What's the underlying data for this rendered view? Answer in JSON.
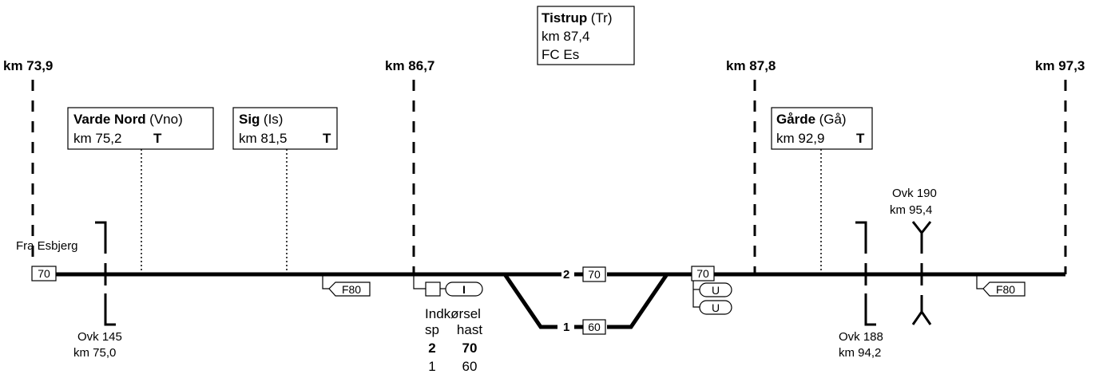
{
  "km_markers": [
    "km 73,9",
    "km 86,7",
    "km 87,8",
    "km 97,3"
  ],
  "stations": [
    {
      "name": "Varde Nord",
      "abbr": "(Vno)",
      "km": "km 75,2",
      "type": "T"
    },
    {
      "name": "Sig",
      "abbr": "(Is)",
      "km": "km 81,5",
      "type": "T"
    },
    {
      "name": "Gårde",
      "abbr": "(Gå)",
      "km": "km 92,9",
      "type": "T"
    }
  ],
  "main_station": {
    "name": "Tistrup",
    "abbr": "(Tr)",
    "km": "km 87,4",
    "info": "FC Es"
  },
  "from_label": "Fra Esbjerg",
  "speed_signs": {
    "start": "70",
    "f80_left": "F80",
    "f80_right": "F80",
    "exit": "70"
  },
  "signal_labels": {
    "entry": "I",
    "u1": "U",
    "u2": "U"
  },
  "tracks": [
    {
      "number": "2",
      "speed": "70"
    },
    {
      "number": "1",
      "speed": "60"
    }
  ],
  "crossings": [
    {
      "name": "Ovk 145",
      "km": "km 75,0"
    },
    {
      "name": "Ovk 188",
      "km": "km 94,2"
    },
    {
      "name": "Ovk 190",
      "km": "km 95,4"
    }
  ],
  "entry_table": {
    "title": "Indkørsel",
    "headers": [
      "sp",
      "hast"
    ],
    "rows": [
      {
        "sp": "2",
        "hast": "70"
      },
      {
        "sp": "1",
        "hast": "60"
      }
    ]
  }
}
